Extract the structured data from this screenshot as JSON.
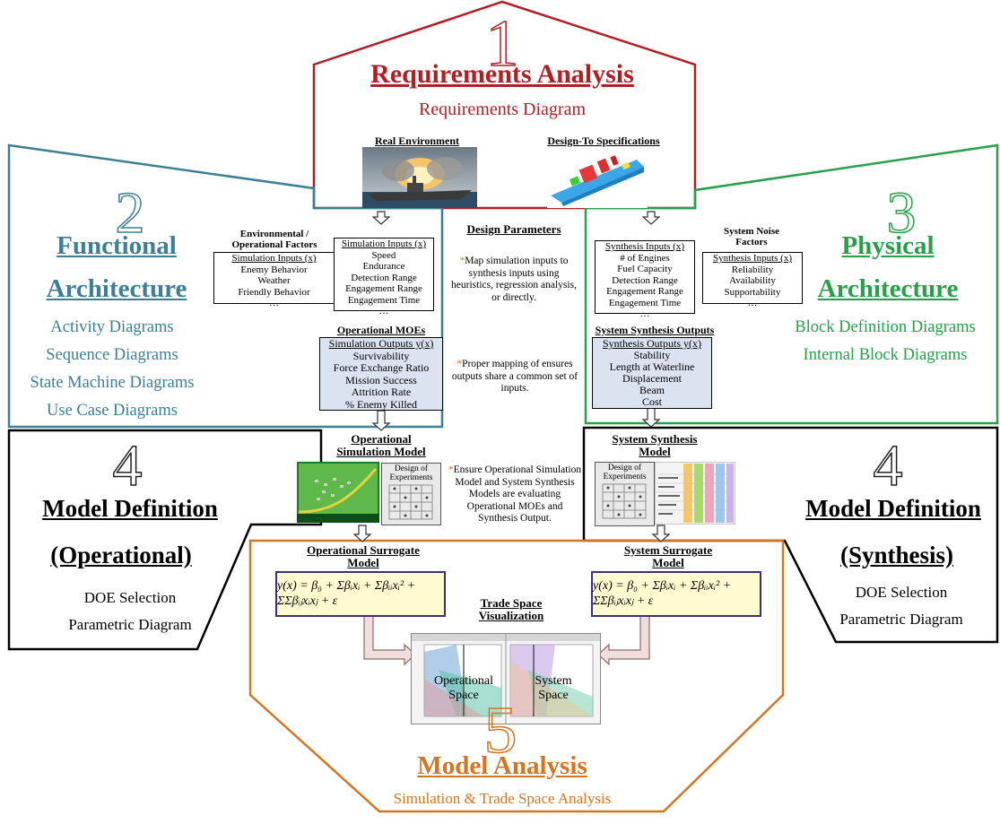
{
  "colors": {
    "requirements": "#b11f24",
    "functional": "#3c7f97",
    "physical": "#26a14a",
    "analysis": "#d6741f",
    "equation_border": "#3a2d8c",
    "moe_fill": "#dbe3f1"
  },
  "step1": {
    "number": "1",
    "title": "Requirements Analysis",
    "subtitle": "Requirements Diagram",
    "real_env_label": "Real Environment",
    "design_to_label": "Design-To Specifications"
  },
  "step2": {
    "number": "2",
    "title_line1": "Functional",
    "title_line2": "Architecture",
    "items": [
      "Activity Diagrams",
      "Sequence Diagrams",
      "State Machine Diagrams",
      "Use Case Diagrams"
    ]
  },
  "step3": {
    "number": "3",
    "title_line1": "Physical",
    "title_line2": "Architecture",
    "items": [
      "Block Definition Diagrams",
      "Internal Block Diagrams"
    ]
  },
  "step4_left": {
    "number": "4",
    "title": "Model Definition",
    "subtitle": "(Operational)",
    "items": [
      "DOE Selection",
      "Parametric Diagram"
    ]
  },
  "step4_right": {
    "number": "4",
    "title": "Model Definition",
    "subtitle": "(Synthesis)",
    "items": [
      "DOE Selection",
      "Parametric Diagram"
    ]
  },
  "step5": {
    "number": "5",
    "title": "Model Analysis",
    "subtitle": "Simulation & Trade Space Analysis"
  },
  "env_factors": {
    "title_line1": "Environmental /",
    "title_line2": "Operational Factors",
    "header": "Simulation Inputs (x)",
    "items": [
      "Enemy Behavior",
      "Weather",
      "Friendly Behavior",
      "…"
    ]
  },
  "sim_inputs": {
    "header": "Simulation Inputs (x)",
    "items": [
      "Speed",
      "Endurance",
      "Detection Range",
      "Engagement Range",
      "Engagement Time",
      "…"
    ]
  },
  "operational_moes": {
    "title": "Operational MOEs",
    "header": "Simulation Outputs y(x)",
    "items": [
      "Survivability",
      "Force Exchange Ratio",
      "Mission Success",
      "Attrition Rate",
      "% Enemy Killed"
    ]
  },
  "synthesis_inputs": {
    "header": "Synthesis Inputs (x)",
    "items": [
      "# of Engines",
      "Fuel Capacity",
      "Detection Range",
      "Engagement Range",
      "Engagement Time",
      "…"
    ]
  },
  "system_noise": {
    "title_line1": "System Noise",
    "title_line2": "Factors",
    "header": "Synthesis Inputs (x)",
    "items": [
      "Reliability",
      "Availability",
      "Supportability",
      "…"
    ]
  },
  "synthesis_outputs": {
    "title": "System Synthesis Outputs",
    "header": "Synthesis Outputs y(x)",
    "items": [
      "Stability",
      "Length at Waterline",
      "Displacement",
      "Beam",
      "Cost"
    ]
  },
  "design_parameters": {
    "title": "Design Parameters",
    "note1": "Map simulation inputs to synthesis inputs using heuristics, regression analysis, or directly.",
    "note2": "Proper mapping of ensures outputs share a common set of inputs.",
    "note3": "Ensure Operational Simulation Model and System Synthesis Models are evaluating Operational MOEs and Synthesis Output."
  },
  "op_sim_model": {
    "title_line1": "Operational",
    "title_line2": "Simulation Model",
    "doe_line1": "Design of",
    "doe_line2": "Experiments"
  },
  "sys_synth_model": {
    "title_line1": "System Synthesis",
    "title_line2": "Model",
    "doe_line1": "Design of",
    "doe_line2": "Experiments"
  },
  "op_surrogate": {
    "title_line1": "Operational Surrogate",
    "title_line2": "Model"
  },
  "sys_surrogate": {
    "title_line1": "System Surrogate",
    "title_line2": "Model"
  },
  "trade_space": {
    "title_line1": "Trade Space",
    "title_line2": "Visualization",
    "left_label_line1": "Operational",
    "left_label_line2": "Space",
    "right_label_line1": "System",
    "right_label_line2": "Space"
  },
  "equation": "y(x) = β₀ + Σβᵢxᵢ + Σβᵢᵢxᵢ² + ΣΣβᵢⱼxᵢxⱼ + ε"
}
